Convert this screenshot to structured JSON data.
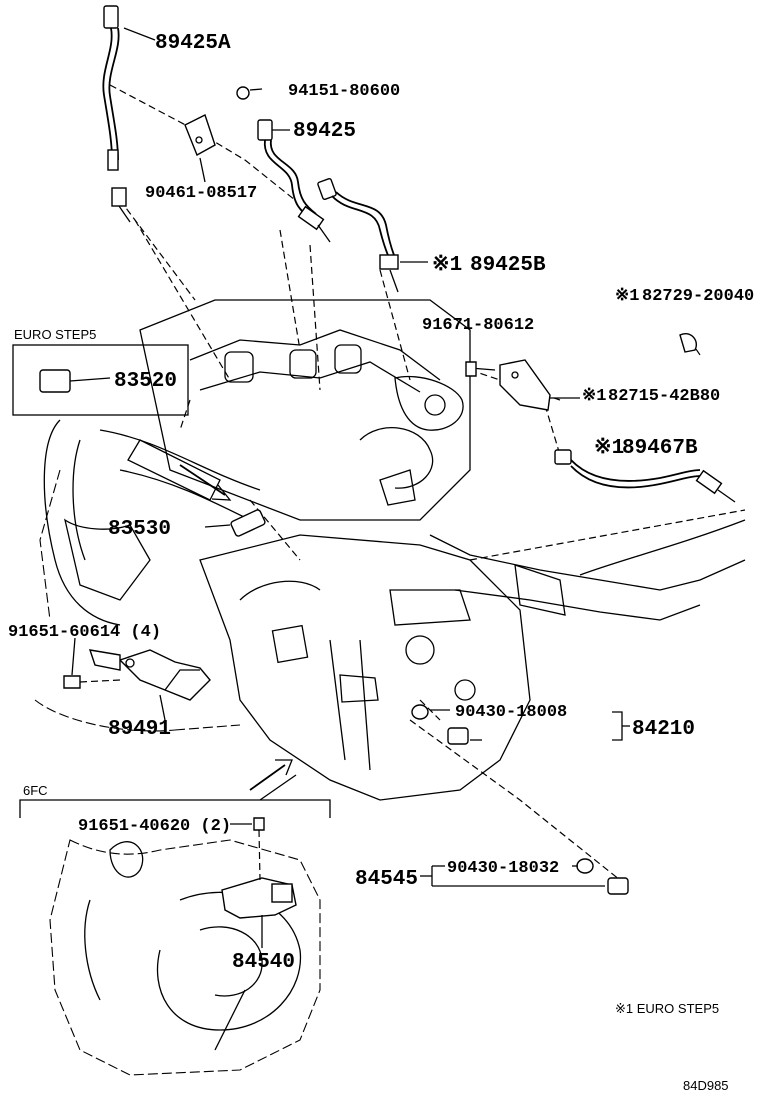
{
  "parts": {
    "sensor_89425A": "89425A",
    "nut_94151_80600": "94151-80600",
    "bracket_90461_08517": "90461-08517",
    "sensor_89425": "89425",
    "sensor_89425B": "89425B",
    "screw_91671_80612": "91671-80612",
    "clamp_82729_20040": "82729-20040",
    "bracket_82715_42B80": "82715-42B80",
    "sensor_89467B": "89467B",
    "sensor_83520": "83520",
    "switch_83530": "83530",
    "bolt_91651_60614": "91651-60614 (4)",
    "sensor_89491": "89491",
    "gasket_90430_18008": "90430-18008",
    "sensor_84210": "84210",
    "bolt_91651_40620": "91651-40620 (2)",
    "switch_84540": "84540",
    "gasket_90430_18032": "90430-18032",
    "sensor_84545": "84545"
  },
  "marks": {
    "euro_mark": "※1"
  },
  "captions": {
    "euro_step5_box": "EURO STEP5",
    "inset_6fc": "6FC",
    "note": "※1  EURO STEP5",
    "figure_code": "84D985"
  }
}
